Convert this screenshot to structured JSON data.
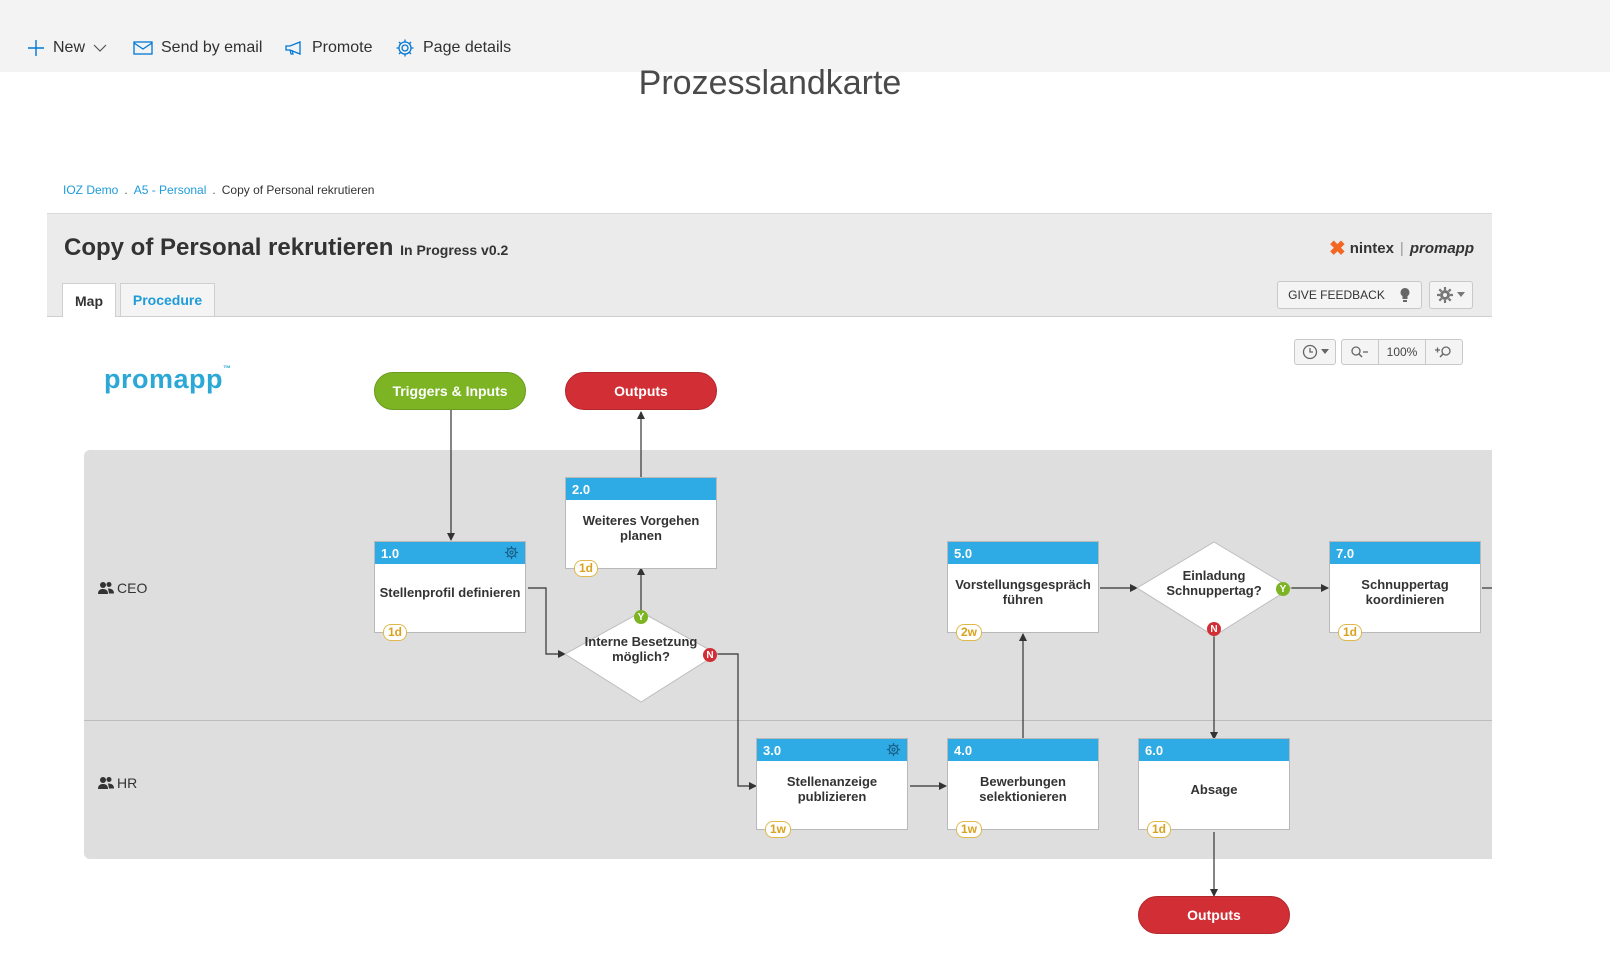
{
  "command_bar": {
    "new_label": "New",
    "email_label": "Send by email",
    "promote_label": "Promote",
    "details_label": "Page details"
  },
  "page_title": "Prozesslandkarte",
  "breadcrumb": {
    "items": [
      "IOZ Demo",
      "A5 - Personal"
    ],
    "current": "Copy of Personal rekrutieren",
    "separator": "."
  },
  "process": {
    "title": "Copy of Personal rekrutieren",
    "status": "In Progress v0.2",
    "tabs": [
      {
        "label": "Map",
        "active": true
      },
      {
        "label": "Procedure",
        "active": false
      }
    ],
    "brand_nintex": "nintex",
    "brand_promapp": "promapp"
  },
  "toolbar": {
    "feedback_label": "GIVE FEEDBACK",
    "zoom_level": "100%"
  },
  "map": {
    "logo_text": "promapp",
    "lanes": [
      {
        "label": "CEO"
      },
      {
        "label": "HR"
      }
    ],
    "pills": {
      "triggers": "Triggers & Inputs",
      "outputs_top": "Outputs",
      "outputs_bottom": "Outputs"
    },
    "activities": [
      {
        "num": "1.0",
        "title": "Stellenprofil definieren",
        "duration": "1d"
      },
      {
        "num": "2.0",
        "title": "Weiteres Vorgehen\nplanen",
        "duration": "1d"
      },
      {
        "num": "3.0",
        "title": "Stellenanzeige\npublizieren",
        "duration": "1w"
      },
      {
        "num": "4.0",
        "title": "Bewerbungen\nselektionieren",
        "duration": "1w"
      },
      {
        "num": "5.0",
        "title": "Vorstellungsgespräch\nführen",
        "duration": "2w"
      },
      {
        "num": "6.0",
        "title": "Absage",
        "duration": "1d"
      },
      {
        "num": "7.0",
        "title": "Schnuppertag\nkoordinieren",
        "duration": "1d"
      }
    ],
    "decisions": [
      {
        "text": "Interne Besetzung\nmöglich?",
        "yes": "Y",
        "no": "N"
      },
      {
        "text": "Einladung\nSchnuppertag?",
        "yes": "Y",
        "no": "N"
      }
    ]
  },
  "colors": {
    "accent_blue": "#2eaae4",
    "trigger_green": "#7cb424",
    "output_red": "#d12f35",
    "duration_gold": "#d9a21f"
  }
}
